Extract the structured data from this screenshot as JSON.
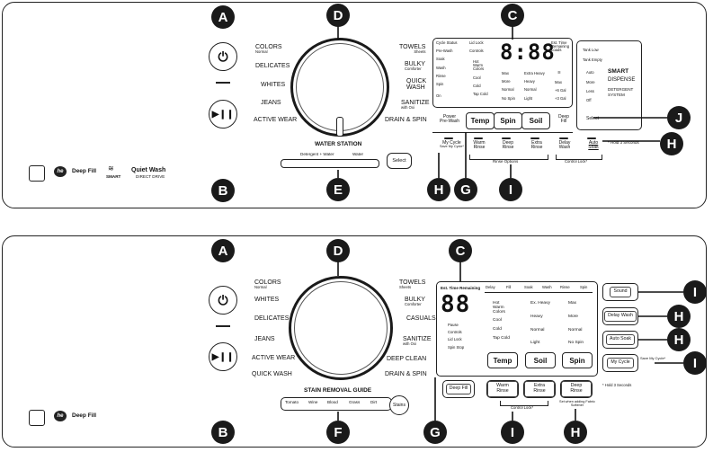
{
  "callouts": {
    "top": [
      "A",
      "B",
      "D",
      "C",
      "E",
      "H",
      "G",
      "I",
      "J",
      "H"
    ],
    "bottom": [
      "A",
      "B",
      "D",
      "C",
      "F",
      "G",
      "I",
      "H",
      "I",
      "H",
      "H",
      "I"
    ]
  },
  "top": {
    "dial_left": [
      {
        "label": "COLORS",
        "sub": "Normal"
      },
      {
        "label": "DELICATES",
        "sub": ""
      },
      {
        "label": "WHITES",
        "sub": ""
      },
      {
        "label": "JEANS",
        "sub": ""
      },
      {
        "label": "ACTIVE WEAR",
        "sub": ""
      }
    ],
    "dial_right": [
      {
        "label": "TOWELS",
        "sub": "Sheets"
      },
      {
        "label": "BULKY",
        "sub": "Comforter"
      },
      {
        "label": "QUICK",
        "sub": "WASH"
      },
      {
        "label": "SANITIZE",
        "sub": "with Oxi"
      },
      {
        "label": "DRAIN & SPIN",
        "sub": ""
      }
    ],
    "water_station": "WATER STATION",
    "water_options": [
      "Detergent + Water",
      "Water"
    ],
    "select_button": "Select",
    "brand": {
      "deep_fill": "Deep Fill",
      "smart": "SMART",
      "quiet_wash": "Quiet Wash",
      "quiet_sub": "DIRECT DRIVE",
      "he": "he"
    },
    "display": {
      "col1": [
        "Cycle Status",
        "Pre-Wash",
        "Soak",
        "Wash",
        "Rinse",
        "Spin",
        "On"
      ],
      "lock_col": [
        "Lid Lock",
        "Controls"
      ],
      "est_time": [
        "Est. Time",
        "Remaining",
        "Loads"
      ],
      "digits": "8:88",
      "temp_col": [
        "Hot",
        "Warm",
        "Colors",
        "Cool",
        "Cold",
        "Tap Cold"
      ],
      "soil_col": [
        "Max",
        "More",
        "Normal",
        "No Spin"
      ],
      "soil2_col": [
        "Extra Heavy",
        "Heavy",
        "Normal",
        "Light"
      ],
      "fill_col": [
        "Max",
        "+6 Gal",
        "+3 Gal"
      ],
      "keys": [
        "Temp",
        "Spin",
        "Soil"
      ],
      "power_prewash": [
        "Power",
        "Pre-Wash"
      ],
      "deep_fill": [
        "Deep",
        "Fill"
      ]
    },
    "smart_panel": {
      "items": [
        "Tank Low",
        "Tank Empty",
        "Auto",
        "More",
        "Less",
        "Off"
      ],
      "title": "SMART",
      "title2": "DISPENSE",
      "sub": "DETERGENT",
      "sub2": "SYSTEM",
      "select": "Select"
    },
    "lower_buttons": [
      {
        "label": "My Cycle",
        "sub": "Save My Cycle*"
      },
      {
        "label": "Warm Rinse",
        "sub": ""
      },
      {
        "label": "Deep Rinse",
        "sub": ""
      },
      {
        "label": "Extra Rinse",
        "sub": ""
      },
      {
        "label": "Delay Wash",
        "sub": ""
      },
      {
        "label": "Auto Soak",
        "sub": ""
      }
    ],
    "rinse_options": "Rinse Options",
    "control_lock": "Control Lock*",
    "hold_note": "* Hold 3 Seconds"
  },
  "bottom": {
    "dial_left": [
      {
        "label": "COLORS",
        "sub": "Normal"
      },
      {
        "label": "WHITES",
        "sub": ""
      },
      {
        "label": "DELICATES",
        "sub": ""
      },
      {
        "label": "JEANS",
        "sub": ""
      },
      {
        "label": "ACTIVE WEAR",
        "sub": ""
      },
      {
        "label": "QUICK WASH",
        "sub": ""
      }
    ],
    "dial_right": [
      {
        "label": "TOWELS",
        "sub": "Sheets"
      },
      {
        "label": "BULKY",
        "sub": "Comforter"
      },
      {
        "label": "CASUALS",
        "sub": ""
      },
      {
        "label": "SANITIZE",
        "sub": "with Oxi"
      },
      {
        "label": "DEEP CLEAN",
        "sub": ""
      },
      {
        "label": "DRAIN & SPIN",
        "sub": ""
      }
    ],
    "stain_guide": "STAIN REMOVAL GUIDE",
    "stains": [
      "Tomato",
      "Wine",
      "Blood",
      "Grass",
      "Dirt"
    ],
    "stains_button": "Stains",
    "brand": {
      "deep_fill": "Deep Fill",
      "he": "he"
    },
    "display": {
      "est_time": "Est. Time Remaining",
      "digits": "88",
      "status": [
        "Pause",
        "Controls",
        "Lid Lock",
        "Spin Stop"
      ],
      "top_row": [
        "Delay",
        "Fill",
        "Soak",
        "Wash",
        "Rinse",
        "Spin"
      ],
      "temp_col": [
        "Hot",
        "Warm",
        "Colors",
        "Cool",
        "Cold",
        "Tap Cold"
      ],
      "soil_col": [
        "Ex. Heavy",
        "Heavy",
        "Normal",
        "Light"
      ],
      "spin_col": [
        "Max",
        "More",
        "Normal",
        "No Spin"
      ],
      "keys": [
        "Temp",
        "Soil",
        "Spin"
      ]
    },
    "side_buttons": [
      {
        "label": "Sound",
        "sub": ""
      },
      {
        "label": "Delay Wash",
        "sub": ""
      },
      {
        "label": "Auto Soak",
        "sub": ""
      },
      {
        "label": "My Cycle",
        "sub": "Save My Cycle*"
      }
    ],
    "lower_buttons": [
      {
        "label": "Deep Fill"
      },
      {
        "label": "Warm Rinse"
      },
      {
        "label": "Extra Rinse"
      },
      {
        "label": "Deep Rinse"
      }
    ],
    "deep_rinse_note": "Set when adding Fabric Softener",
    "control_lock": "Control Lock*",
    "hold_note": "* Hold 3 Seconds"
  }
}
